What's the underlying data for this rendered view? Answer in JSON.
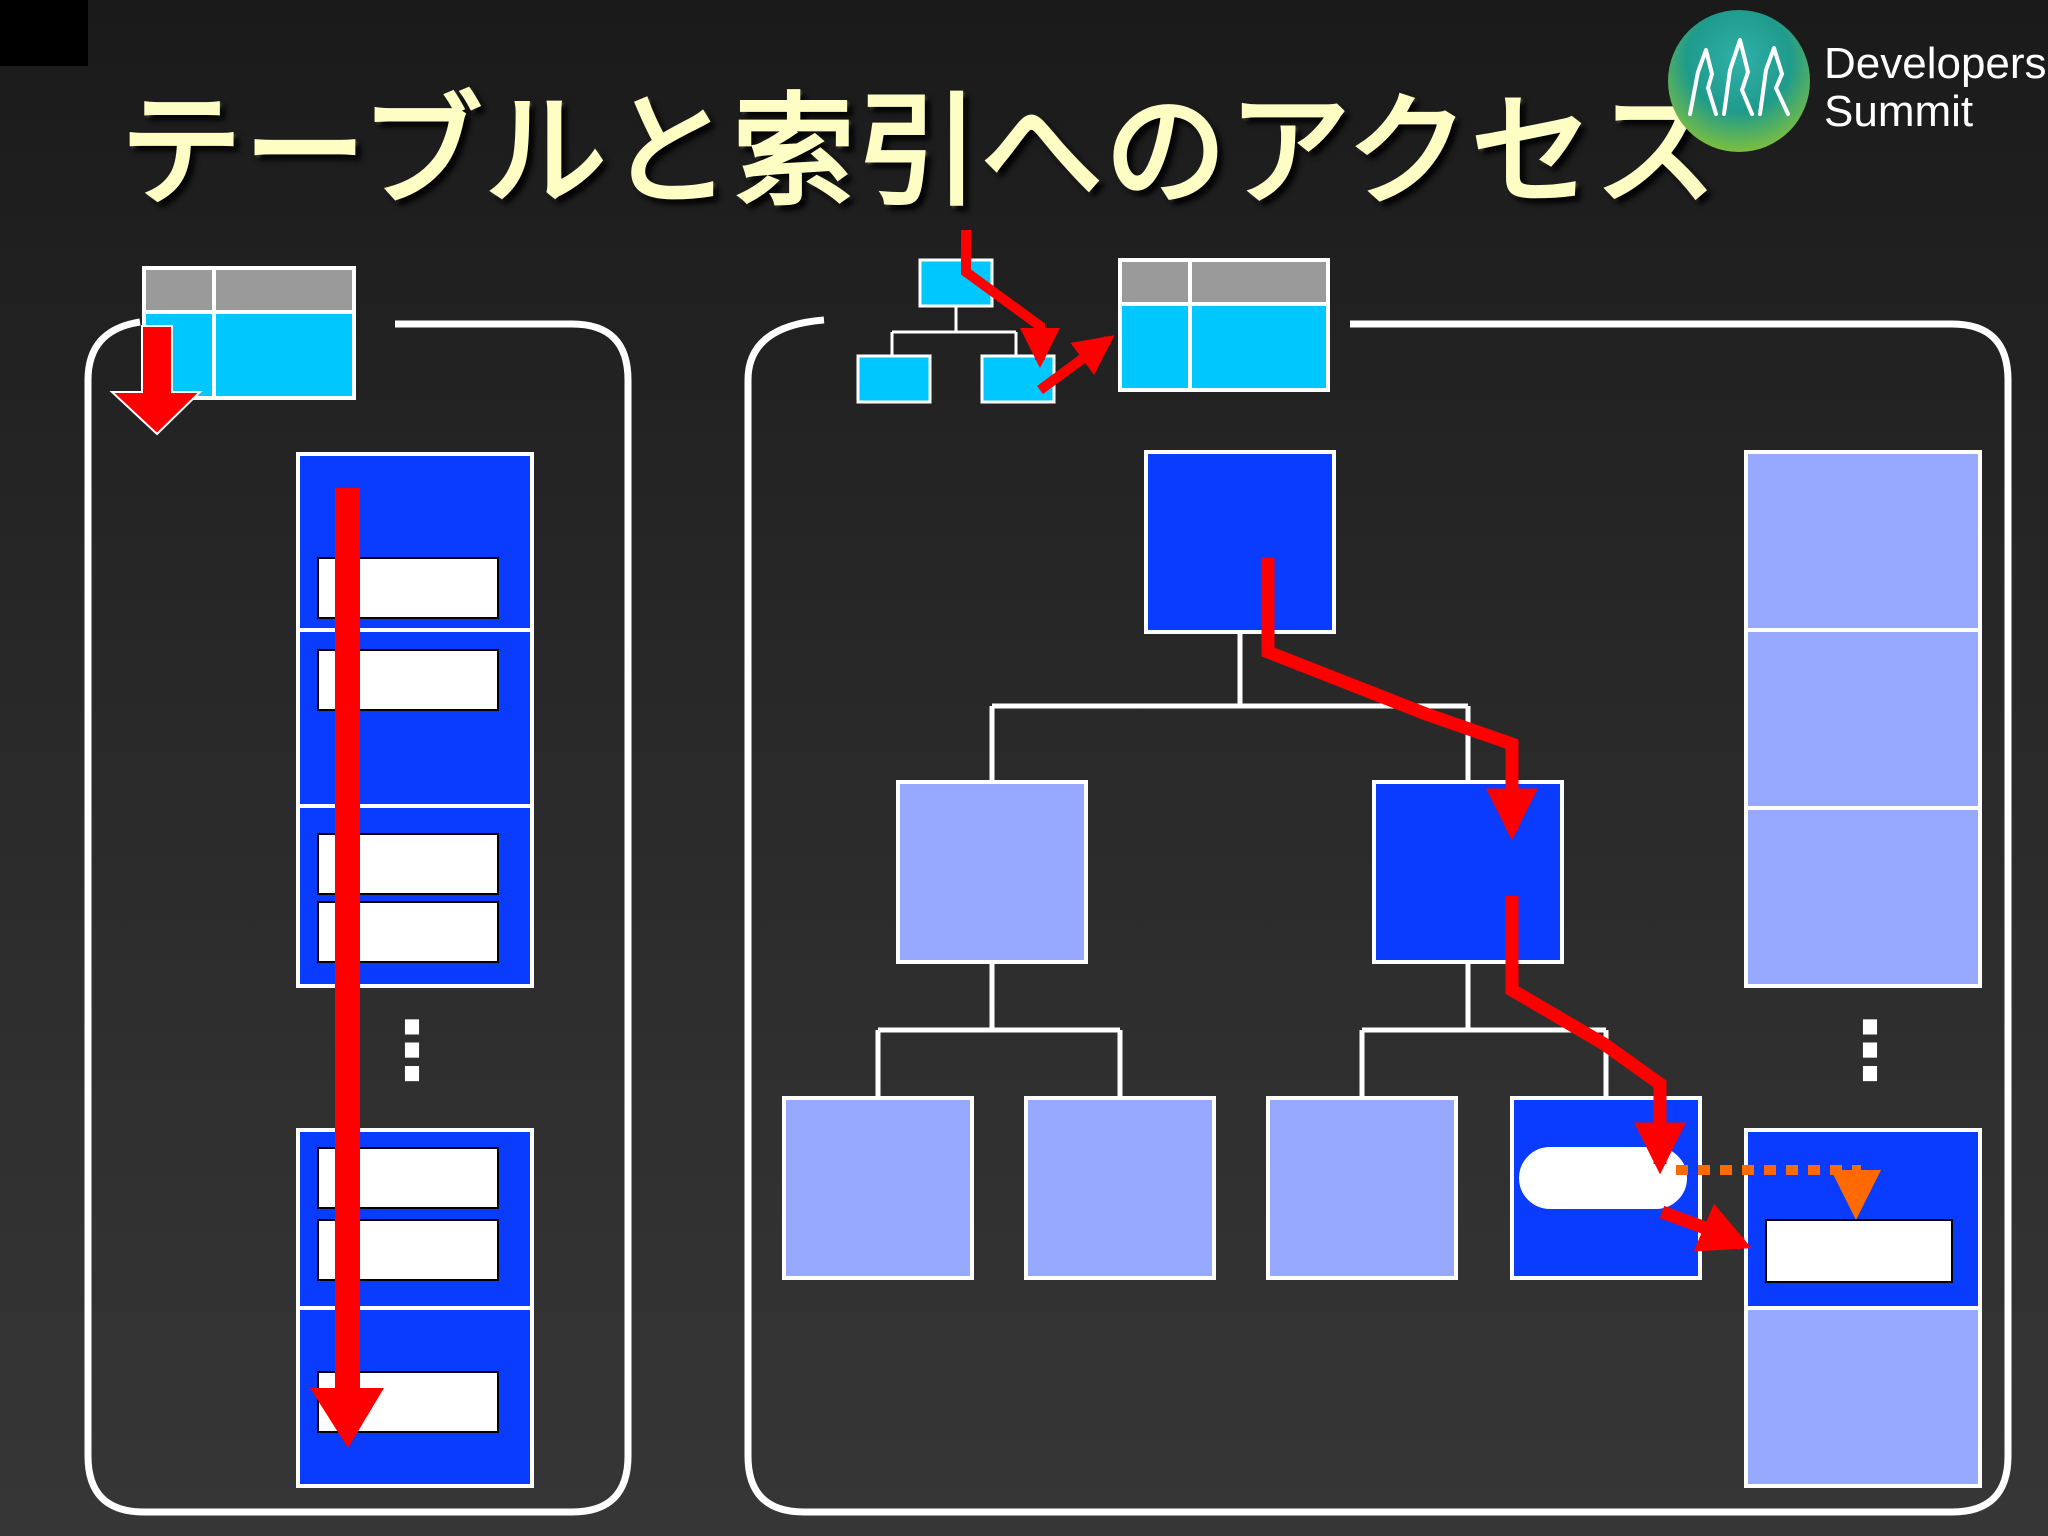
{
  "slide": {
    "title": "テーブルと索引へのアクセス"
  },
  "logo": {
    "line1": "Developers",
    "line2": "Summit",
    "icon": "trees-logo-icon"
  },
  "left_panel": {
    "gap_marker": "⋮"
  },
  "right_panel": {
    "gap_marker": "⋮"
  },
  "colors": {
    "background": "#2b2b2b",
    "title": "#fdfdc4",
    "frame": "#ffffff",
    "block_dark": "#0a3cff",
    "block_light": "#96a9ff",
    "table_cyan": "#00c8ff",
    "table_header": "#9a9a9a",
    "arrow_red": "#ff0000",
    "arrow_orange": "#ff6a00"
  }
}
